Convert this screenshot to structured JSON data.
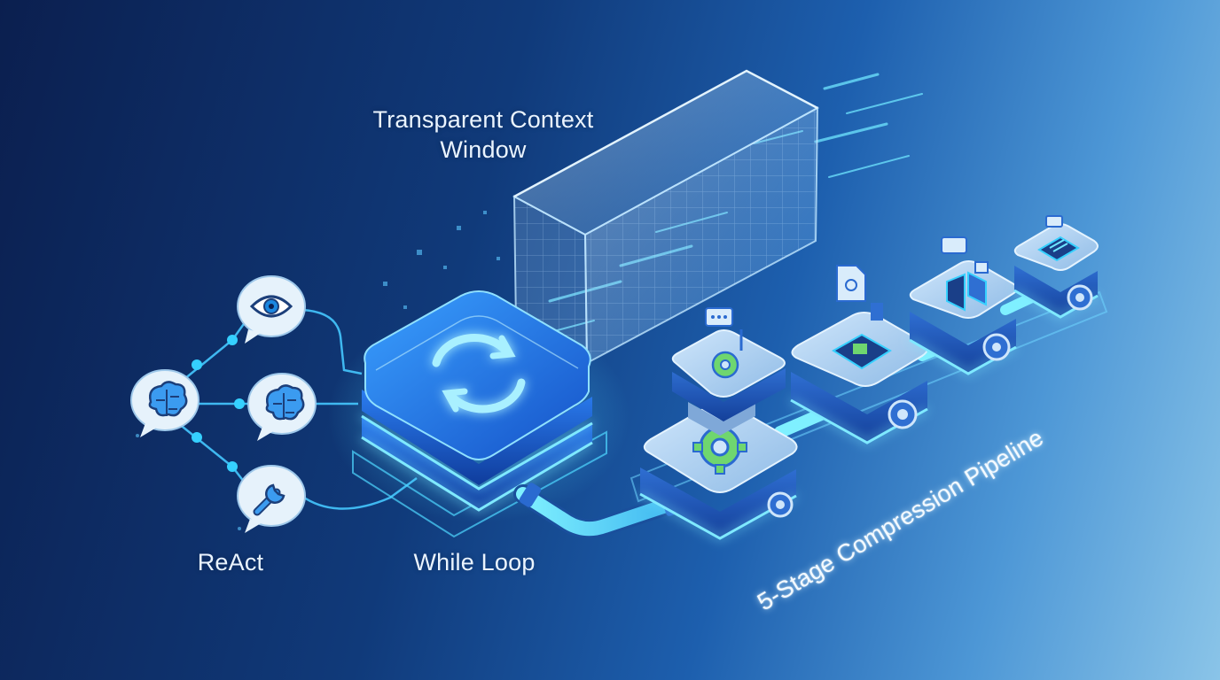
{
  "labels": {
    "context_window": "Transparent Context Window",
    "while_loop": "While Loop",
    "react": "ReAct",
    "pipeline": "5-Stage Compression Pipeline"
  },
  "react_nodes": [
    {
      "role": "observe",
      "icon": "eye-icon"
    },
    {
      "role": "think",
      "icon": "brain-icon"
    },
    {
      "role": "reason",
      "icon": "brain-icon"
    },
    {
      "role": "act",
      "icon": "wrench-icon"
    }
  ],
  "loop": {
    "icon": "refresh-icon"
  },
  "pipeline_stages": [
    {
      "stage": 1,
      "icon": "gear-icon"
    },
    {
      "stage": 2,
      "icon": "chip-icon"
    },
    {
      "stage": 3,
      "icon": "document-icon"
    },
    {
      "stage": 4,
      "icon": "list-icon"
    },
    {
      "stage": 5,
      "icon": "gear-icon"
    }
  ],
  "colors": {
    "background_dark": "#0b1f4f",
    "background_light": "#8ac4e8",
    "accent_glow": "#35d0ff",
    "node_bubble": "#e6f2fb",
    "loop_block": "#1f6fe6"
  }
}
